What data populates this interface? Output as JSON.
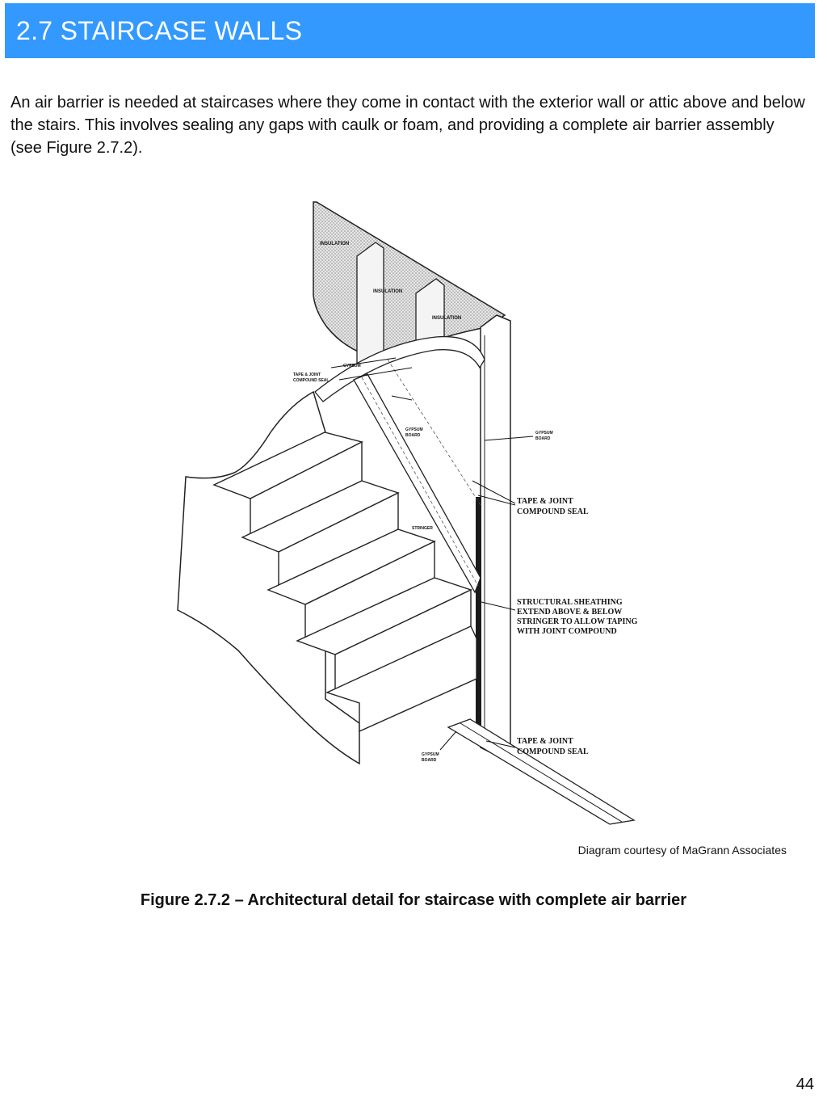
{
  "header": {
    "title": "2.7 STAIRCASE WALLS",
    "bar_color": "#3399ff"
  },
  "intro_text": "An air barrier is needed at staircases where they come in contact with the exterior wall or attic above and below the stairs.  This involves sealing any gaps with caulk or foam, and providing a complete air barrier assembly (see Figure 2.7.2).",
  "figure": {
    "labels": {
      "insulation_1": "INSULATION",
      "insulation_2": "INSULATION",
      "insulation_3": "INSULATION",
      "gypsum_top": "GYPSUM",
      "tape_joint_top_1": "TAPE & JOINT",
      "tape_joint_top_2": "COMPOUND SEAL",
      "gypsum_board_mid_1": "GYPSUM",
      "gypsum_board_mid_2": "BOARD",
      "gypsum_board_right_1": "GYPSUM",
      "gypsum_board_right_2": "BOARD",
      "tape_joint_mid_1": "TAPE & JOINT",
      "tape_joint_mid_2": "COMPOUND SEAL",
      "stringer": "STRINGER",
      "sheathing_1": "STRUCTURAL SHEATHING",
      "sheathing_2": "EXTEND ABOVE & BELOW",
      "sheathing_3": "STRINGER TO ALLOW TAPING",
      "sheathing_4": "WITH JOINT COMPOUND",
      "tape_joint_bottom_1": "TAPE & JOINT",
      "tape_joint_bottom_2": "COMPOUND SEAL",
      "gypsum_board_bottom_1": "GYPSUM",
      "gypsum_board_bottom_2": "BOARD"
    }
  },
  "credit": "Diagram courtesy of MaGrann Associates",
  "caption": "Figure 2.7.2 – Architectural detail for staircase with complete air barrier",
  "page_number": "44"
}
